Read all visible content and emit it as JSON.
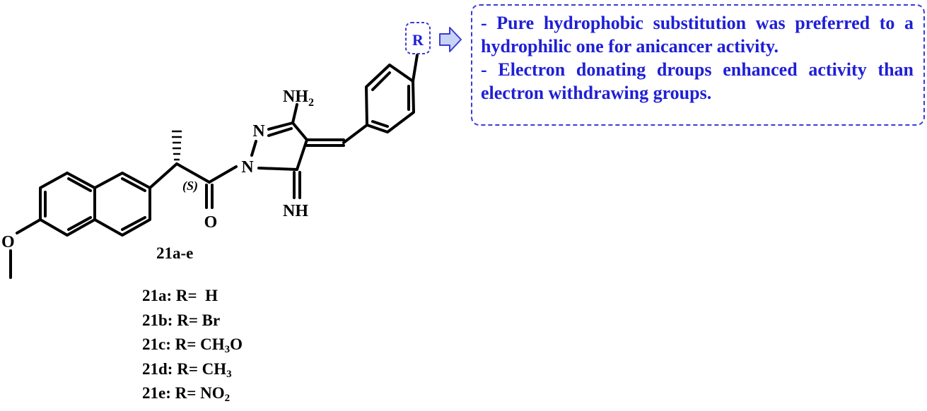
{
  "figure": {
    "compound_label": "21a-e",
    "atoms": {
      "methoxy_o": "O",
      "nh2": "NH",
      "nh2_sub": "2",
      "n_ring": "N",
      "n_acyl": "N",
      "stereo": "(S)",
      "carbonyl_o": "O",
      "nh": "NH",
      "r_group": "R"
    },
    "sar_notes": [
      "- Pure hydrophobic substitution was preferred to a hydrophilic one for anicancer activity.",
      "- Electron donating droups enhanced activity than electron withdrawing groups."
    ],
    "variants": [
      {
        "id": "21a:",
        "r": "R=",
        "value": " H",
        "sub": "",
        "tail": ""
      },
      {
        "id": "21b:",
        "r": "R=",
        "value": "Br",
        "sub": "",
        "tail": ""
      },
      {
        "id": "21c:",
        "r": "R=",
        "value": "CH",
        "sub": "3",
        "tail": "O"
      },
      {
        "id": "21d:",
        "r": "R=",
        "value": "CH",
        "sub": "3",
        "tail": ""
      },
      {
        "id": "21e:",
        "r": "R=",
        "value": "NO",
        "sub": "2",
        "tail": ""
      }
    ],
    "colors": {
      "structure": "#000000",
      "annotation": "#1f1fd6",
      "arrow_fill": "#c9d3f5",
      "arrow_stroke": "#3b3bd6"
    }
  }
}
